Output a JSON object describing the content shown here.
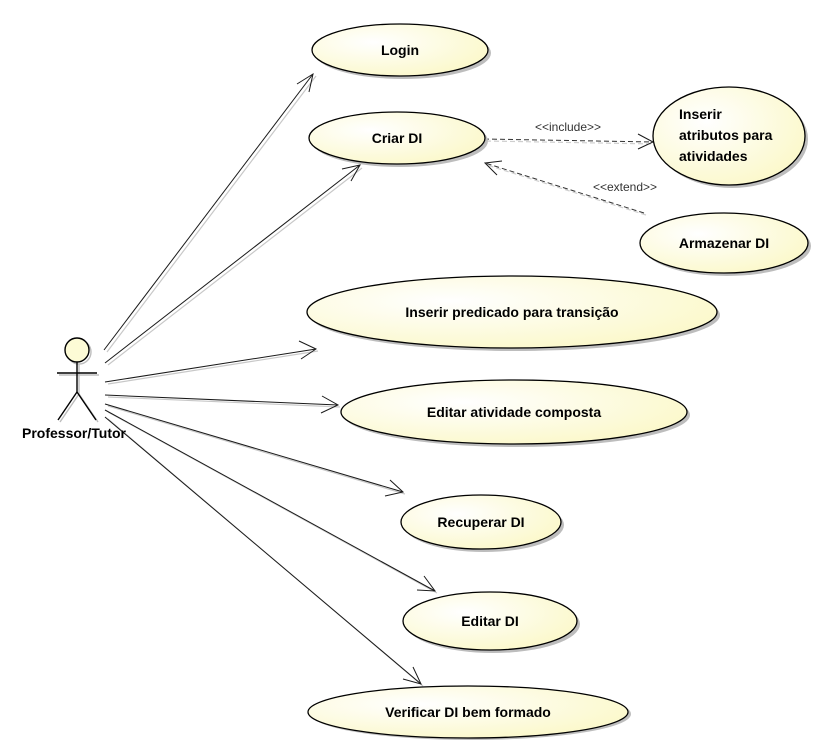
{
  "actor": {
    "name": "Professor/Tutor"
  },
  "use_cases": {
    "login": "Login",
    "criar_di": "Criar DI",
    "inserir_atributos": [
      "Inserir",
      "atributos para",
      "atividades"
    ],
    "armazenar_di": "Armazenar DI",
    "inserir_predicado": "Inserir predicado para transição",
    "editar_atividade": "Editar atividade composta",
    "recuperar_di": "Recuperar DI",
    "editar_di": "Editar DI",
    "verificar_di": "Verificar DI bem formado"
  },
  "relations": {
    "include": "<<include>>",
    "extend": "<<extend>>"
  },
  "colors": {
    "usecase_fill": "#fdfbd6",
    "usecase_stroke": "#000000",
    "shadow": "#c8c8c8",
    "line": "#1a1a1a"
  }
}
